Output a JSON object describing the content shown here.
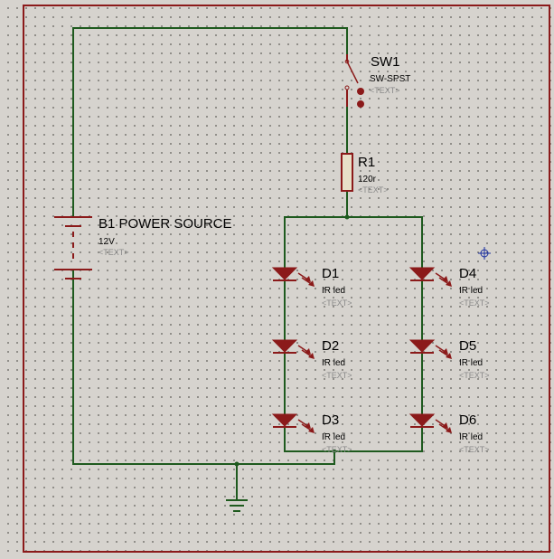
{
  "components": {
    "battery": {
      "ref": "B1 POWER SOURCE",
      "value": "12V",
      "text": "<TEXT>"
    },
    "switch": {
      "ref": "SW1",
      "value": "SW-SPST",
      "text": "<TEXT>"
    },
    "resistor": {
      "ref": "R1",
      "value": "120r",
      "text": "<TEXT>"
    },
    "leds": [
      {
        "ref": "D1",
        "value": "IR led",
        "text": "<TEXT>"
      },
      {
        "ref": "D2",
        "value": "IR led",
        "text": "<TEXT>"
      },
      {
        "ref": "D3",
        "value": "IR led",
        "text": "<TEXT>"
      },
      {
        "ref": "D4",
        "value": "IR led",
        "text": "<TEXT>"
      },
      {
        "ref": "D5",
        "value": "IR led",
        "text": "<TEXT>"
      },
      {
        "ref": "D6",
        "value": "IR led",
        "text": "<TEXT>"
      }
    ]
  },
  "colors": {
    "wire": "#1e5a1e",
    "component": "#8b1a1a",
    "border": "#8b1a1a",
    "cursor": "#1a2fa0"
  }
}
